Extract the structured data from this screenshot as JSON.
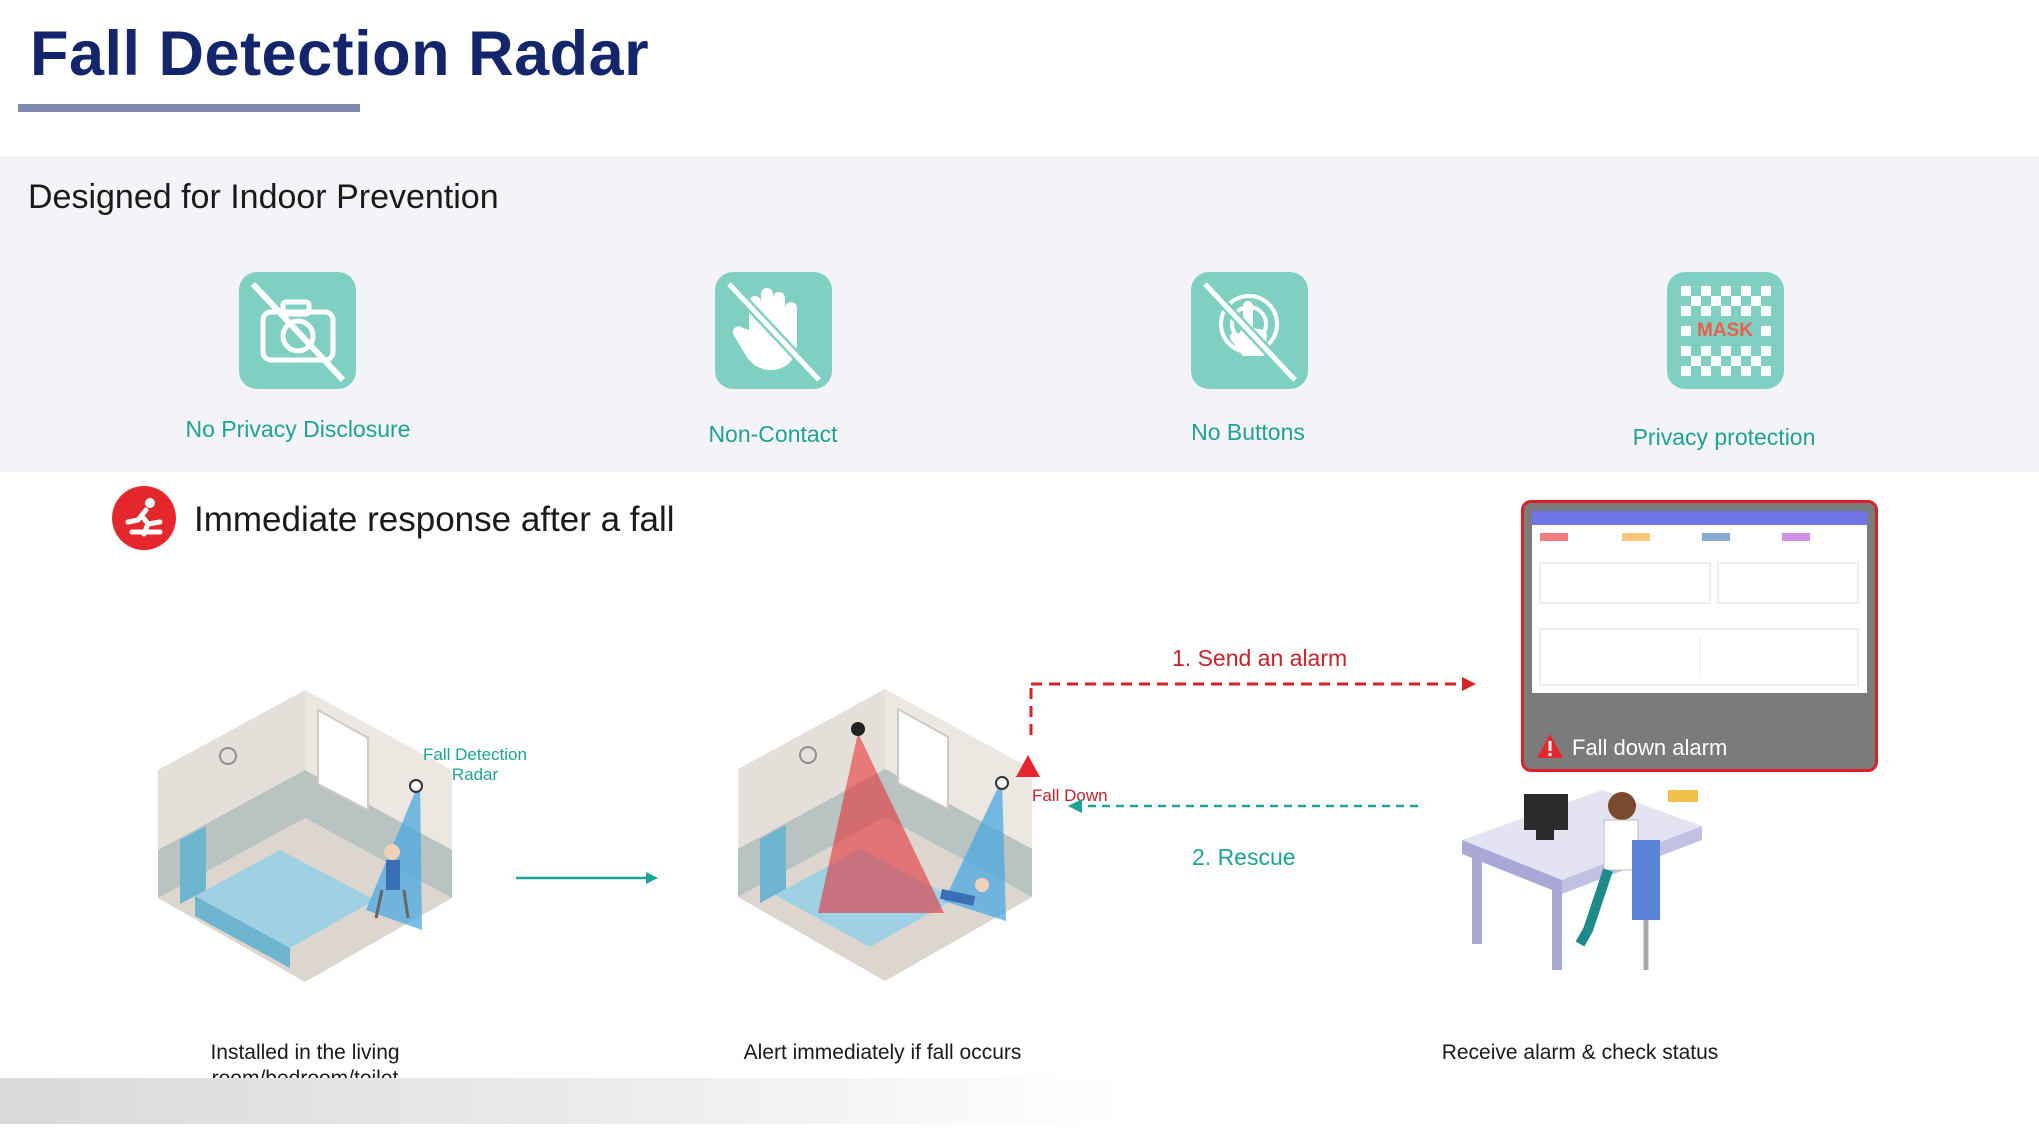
{
  "header": {
    "title": "Fall Detection Radar"
  },
  "prevention": {
    "heading": "Designed for Indoor Prevention",
    "features": [
      {
        "label": "No Privacy Disclosure",
        "icon": "no-camera-icon"
      },
      {
        "label": "Non-Contact",
        "icon": "no-touch-hand-icon"
      },
      {
        "label": "No Buttons",
        "icon": "no-button-press-icon"
      },
      {
        "label": "Privacy protection",
        "icon": "mask-pixel-icon",
        "icon_text": "MASK"
      }
    ]
  },
  "response": {
    "heading": "Immediate response after a fall",
    "icon": "falling-person-icon",
    "radar_label": "Fall Detection Radar",
    "fall_down_label": "Fall Down",
    "send_alarm_label": "1. Send an alarm",
    "rescue_label": "2. Rescue",
    "alarm_card_label": "Fall down alarm",
    "steps": [
      {
        "caption_line1": "Installed in the living",
        "caption_line2": "room/bedroom/toilet"
      },
      {
        "caption_line1": "Alert immediately if fall occurs"
      },
      {
        "caption_line1": "Receive alarm & check status"
      }
    ]
  },
  "colors": {
    "title": "#14266b",
    "teal": "#1ea294",
    "icon_bg": "#7fd0c3",
    "alarm_red": "#c8222a",
    "band": "#f4f3f8"
  }
}
